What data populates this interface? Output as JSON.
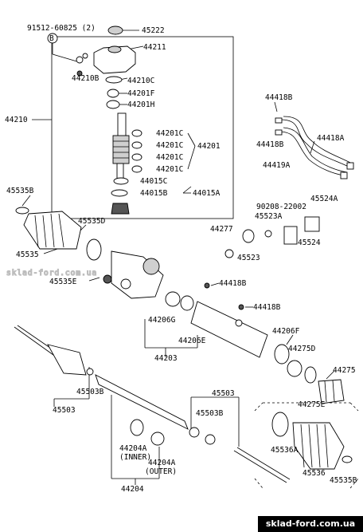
{
  "watermark": "sklad-ford.com.ua",
  "footer_site": "sklad-ford.com.ua",
  "labels": {
    "p91512": "91512-60825 (2)",
    "p45222": "45222",
    "circB": "B",
    "p44211": "44211",
    "p44210B": "44210B",
    "p44210C": "44210C",
    "p44201F": "44201F",
    "p44201H": "44201H",
    "p44210": "44210",
    "p44201C_1": "44201C",
    "p44201C_2": "44201C",
    "p44201": "44201",
    "p44201C_3": "44201C",
    "p44201C_4": "44201C",
    "p44015C": "44015C",
    "p44015B": "44015B",
    "p44015A": "44015A",
    "p44418B_1": "44418B",
    "p44418B_2": "44418B",
    "p44418A": "44418A",
    "p44419A": "44419A",
    "p90208": "90208-22002",
    "p45524A": "45524A",
    "p45523A": "45523A",
    "p45524": "45524",
    "p45535B_1": "45535B",
    "p45535D": "45535D",
    "p45535": "45535",
    "p45535E": "45535E",
    "p44277": "44277",
    "p45523": "45523",
    "p44418B_3": "44418B",
    "p44418B_4": "44418B",
    "p44206G": "44206G",
    "p44206E_1": "44206E",
    "p44203": "44203",
    "p44206F": "44206F",
    "p44275D": "44275D",
    "p44275": "44275",
    "p44275E": "44275E",
    "p45503B_1": "45503B",
    "p45503_1": "45503",
    "p45503_2": "45503",
    "p45503B_2": "45503B",
    "p44204A_1": "44204A",
    "p_inner": "(INNER)",
    "p44204A_2": "44204A",
    "p_outer": "(OUTER)",
    "p44204": "44204",
    "p45536A": "45536A",
    "p45536": "45536",
    "p45535B_2": "45535B"
  }
}
